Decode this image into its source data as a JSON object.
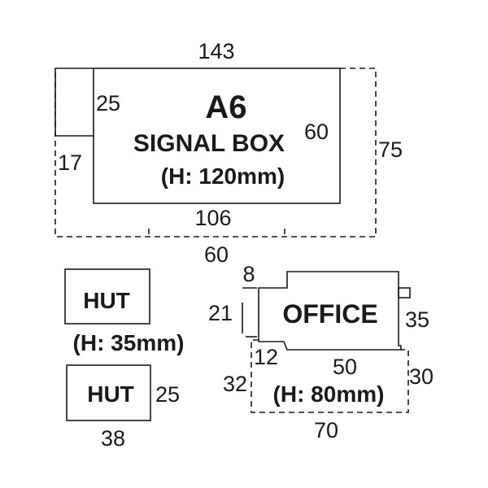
{
  "signal_box": {
    "code": "A6",
    "name": "SIGNAL BOX",
    "height": "(H: 120mm)",
    "dim_top": "143",
    "dim_notch_height": "25",
    "dim_left": "17",
    "dim_inner_height": "60",
    "dim_right": "75",
    "dim_inner_width": "106",
    "dim_bottom": "60"
  },
  "hut_1": {
    "label": "HUT",
    "height": "(H: 35mm)"
  },
  "hut_2": {
    "label": "HUT",
    "dim_height": "25",
    "dim_width": "38"
  },
  "office": {
    "label": "OFFICE",
    "height": "(H: 80mm)",
    "dim_8": "8",
    "dim_21": "21",
    "dim_35": "35",
    "dim_12": "12",
    "dim_50": "50",
    "dim_32": "32",
    "dim_30": "30",
    "dim_70": "70"
  }
}
